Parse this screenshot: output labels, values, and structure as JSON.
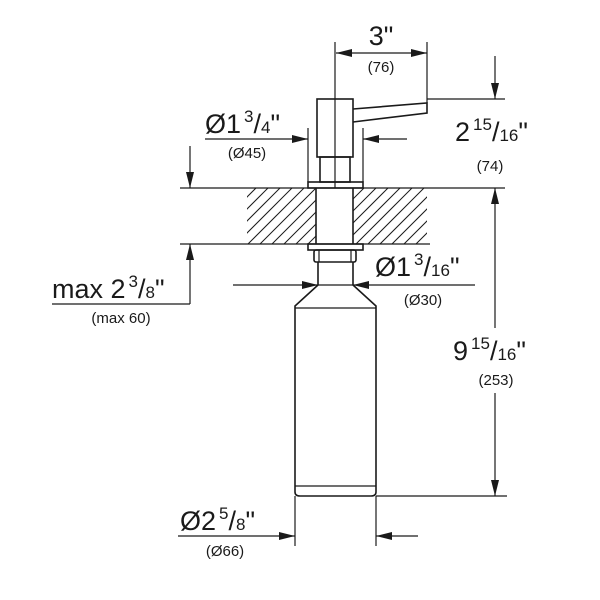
{
  "drawing": {
    "lever_reach": {
      "imperial": "3\"",
      "metric": "(76)"
    },
    "head_height": {
      "whole": "2",
      "num": "15",
      "den": "16",
      "unit": "\"",
      "metric": "(74)"
    },
    "head_diameter": {
      "prefix": "Ø1",
      "num": "3",
      "den": "4",
      "unit": "\"",
      "metric": "(Ø45)"
    },
    "max_counter_thickness": {
      "prefix": "max 2",
      "num": "3",
      "den": "8",
      "unit": "\"",
      "metric": "(max 60)"
    },
    "shank_diameter": {
      "prefix": "Ø1",
      "num": "3",
      "den": "16",
      "unit": "\"",
      "metric": "(Ø30)"
    },
    "below_counter_length": {
      "whole": "9",
      "num": "15",
      "den": "16",
      "unit": "\"",
      "metric": "(253)"
    },
    "bottle_diameter": {
      "prefix": "Ø2",
      "num": "5",
      "den": "8",
      "unit": "\"",
      "metric": "(Ø66)"
    }
  }
}
